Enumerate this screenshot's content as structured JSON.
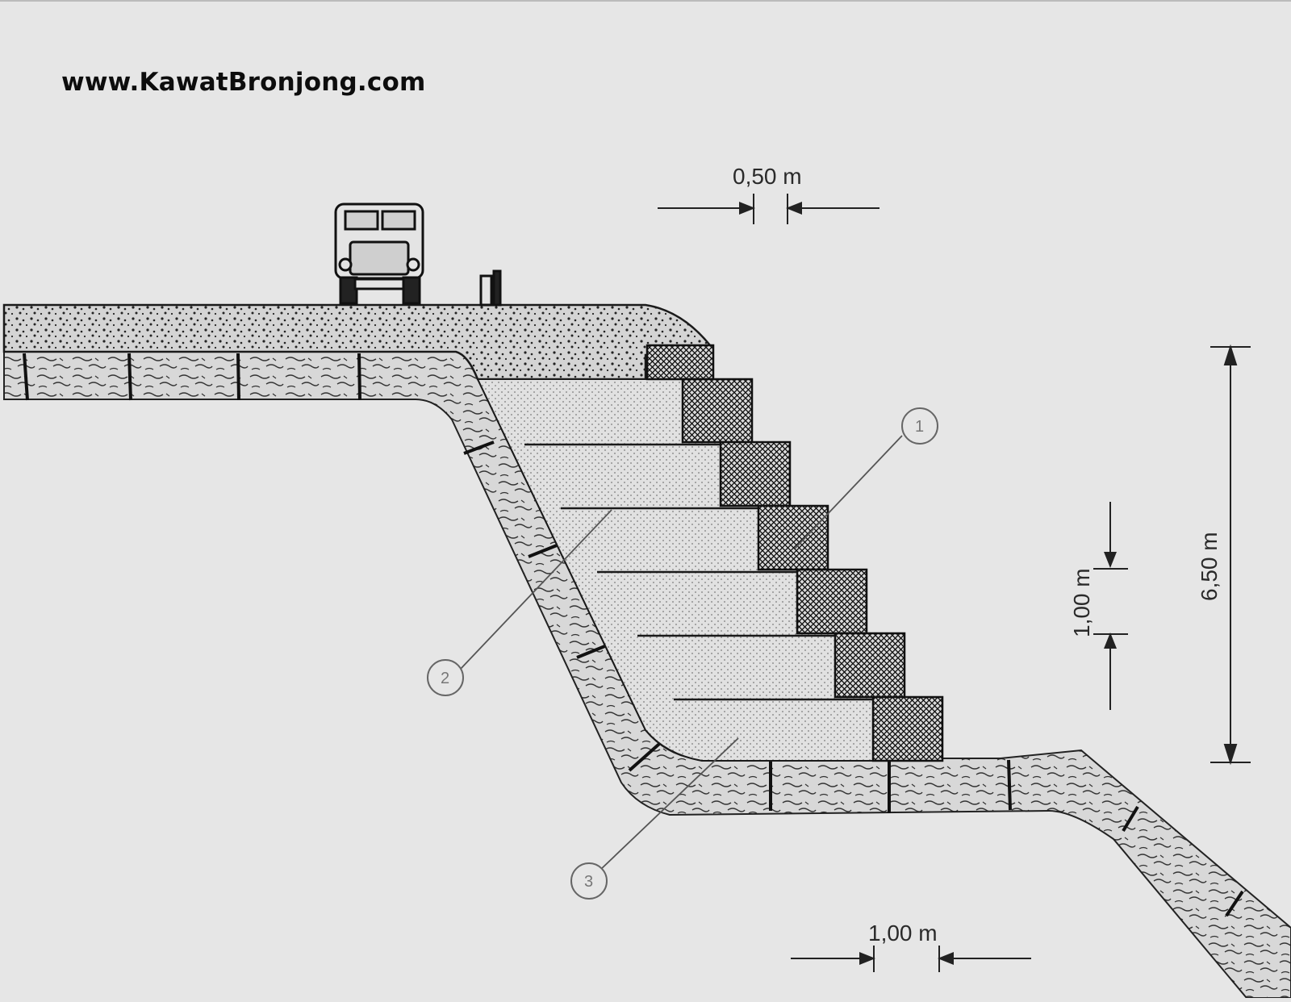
{
  "site": {
    "watermark": "www.KawatBronjong.com"
  },
  "dimensions": {
    "top_width": "0,50 m",
    "step_height": "1,00 m",
    "total_height": "6,50 m",
    "bottom_width": "1,00 m"
  },
  "callouts": {
    "c1": "1",
    "c2": "2",
    "c3": "3"
  },
  "colors": {
    "background": "#e6e6e6",
    "line": "#1a1a1a",
    "hatch": "#2a2a2a"
  }
}
